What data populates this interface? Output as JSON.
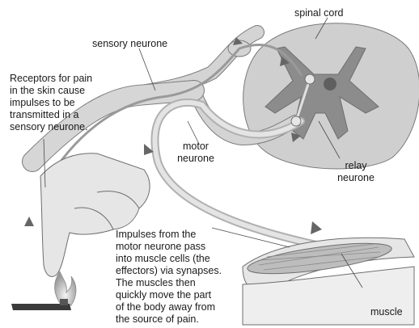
{
  "labels": {
    "spinal_cord": "spinal cord",
    "sensory_neurone": "sensory neurone",
    "receptors": "Receptors for pain\nin the skin cause\nimpulses to be\ntransmitted in a\nsensory neurone.",
    "motor_neurone": "motor\nneurone",
    "relay_neurone": "relay\nneurone",
    "impulses": "Impulses from the\nmotor neurone pass\ninto muscle cells (the\neffectors) via synapses.\nThe muscles then\nquickly move the part\nof the body away from\nthe source of pain.",
    "muscle": "muscle"
  },
  "colors": {
    "spinal_outer": "#cfcfcf",
    "grey_matter": "#8c8c8c",
    "nerve_fill": "#d4d4d4",
    "nerve_edge": "#7a7a7a",
    "skin": "#e6e6e6",
    "skin_edge": "#6e6e6e",
    "flame": "#b8b8b8",
    "arrow": "#666666"
  }
}
